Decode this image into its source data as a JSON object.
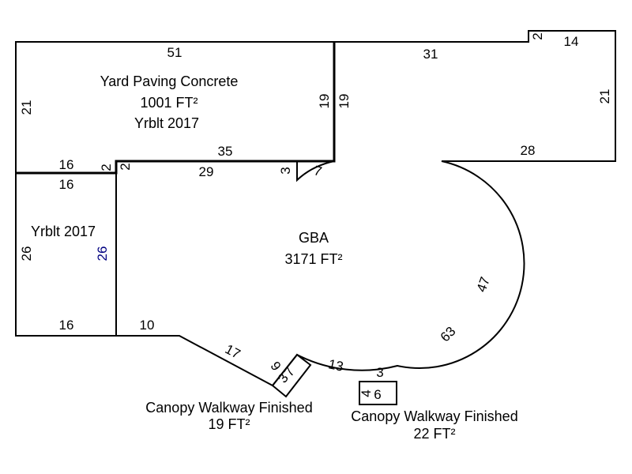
{
  "areas": {
    "yard": {
      "name": "Yard Paving Concrete",
      "area": "1001 FT²",
      "year": "Yrblt 2017"
    },
    "left_wing": {
      "year": "Yrblt 2017"
    },
    "gba": {
      "name": "GBA",
      "area": "3171 FT²"
    },
    "canopy1": {
      "name": "Canopy Walkway Finished",
      "area": "19 FT²"
    },
    "canopy2": {
      "name": "Canopy Walkway Finished",
      "area": "22 FT²"
    }
  },
  "dimensions": {
    "yard_top": "51",
    "yard_left": "21",
    "yard_right_inner": "19",
    "gba_right_outer": "19",
    "yard_bottom_left": "16",
    "yard_step_left": "2",
    "gba_step": "2",
    "yard_bottom_right": "35",
    "gba_top_inner": "29",
    "gba_notch_3": "3",
    "gba_notch_7": "7",
    "gba_top": "31",
    "gba_notch_top": "2",
    "gba_top_right": "14",
    "gba_right": "21",
    "gba_right_bottom": "28",
    "arc_47": "47",
    "arc_63": "63",
    "wing_top": "16",
    "wing_left": "26",
    "wing_right": "26",
    "wing_bottom": "16",
    "gba_bottom": "10",
    "diag_17": "17",
    "canopy1_side": "6",
    "canopy1_inner": "3",
    "canopy1_inner2": "7",
    "arc_13": "13",
    "arc_3": "3",
    "canopy2_side": "4",
    "canopy2_inner": "6"
  },
  "colors": {
    "line": "#000000",
    "accent_label": "#000080"
  }
}
